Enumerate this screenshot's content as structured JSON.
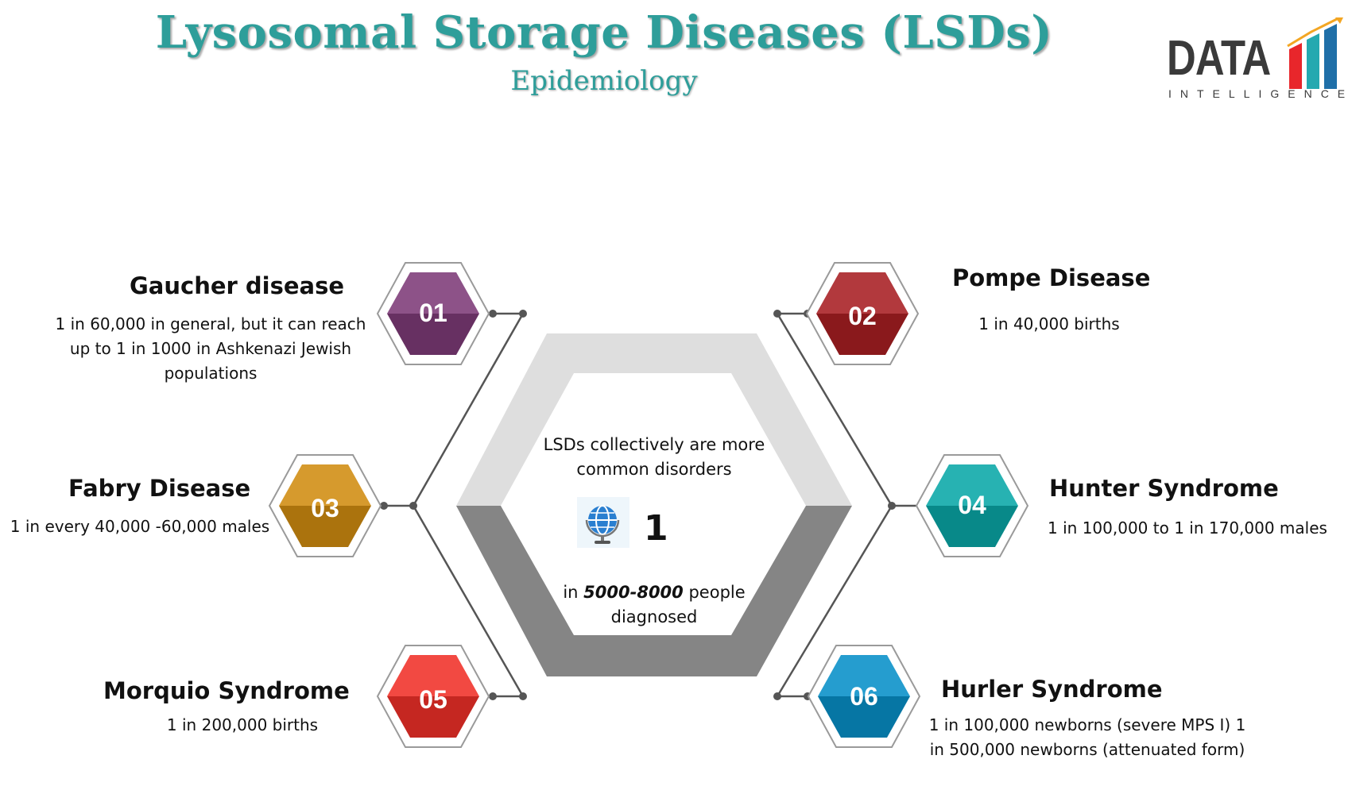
{
  "header": {
    "title": "Lysosomal Storage Diseases (LSDs)",
    "subtitle": "Epidemiology"
  },
  "logo": {
    "word": "DATA",
    "sub": "INTELLIGENCE",
    "colors": [
      "#e8262b",
      "#25a9b0",
      "#1f6fa8",
      "#f3a623"
    ]
  },
  "center": {
    "top_text": "LSDs collectively are more common disorders",
    "big_number": "1",
    "bottom_prefix": "in ",
    "bottom_emph": "5000-8000",
    "bottom_suffix": " people diagnosed",
    "icon": "globe-icon"
  },
  "diseases": [
    {
      "num": "01",
      "name": "Gaucher disease",
      "desc": "1 in 60,000 in general, but it can reach up to 1 in 1000 in Ashkenazi Jewish populations",
      "color": "#7d3a78"
    },
    {
      "num": "02",
      "name": "Pompe Disease",
      "desc": "1 in 40,000 births",
      "color": "#a81e22"
    },
    {
      "num": "03",
      "name": "Fabry Disease",
      "desc": "1 in every 40,000 -60,000 males",
      "color": "#d08c10"
    },
    {
      "num": "04",
      "name": "Hunter Syndrome",
      "desc": "1 in 100,000 to 1 in 170,000 males",
      "color": "#0aa7a7"
    },
    {
      "num": "05",
      "name": "Morquio Syndrome",
      "desc": "1 in 200,000 births",
      "color": "#f03028"
    },
    {
      "num": "06",
      "name": "Hurler Syndrome",
      "desc": "1 in 100,000 newborns (severe MPS I) 1 in 500,000 newborns (attenuated form)",
      "color": "#0790c8"
    }
  ]
}
